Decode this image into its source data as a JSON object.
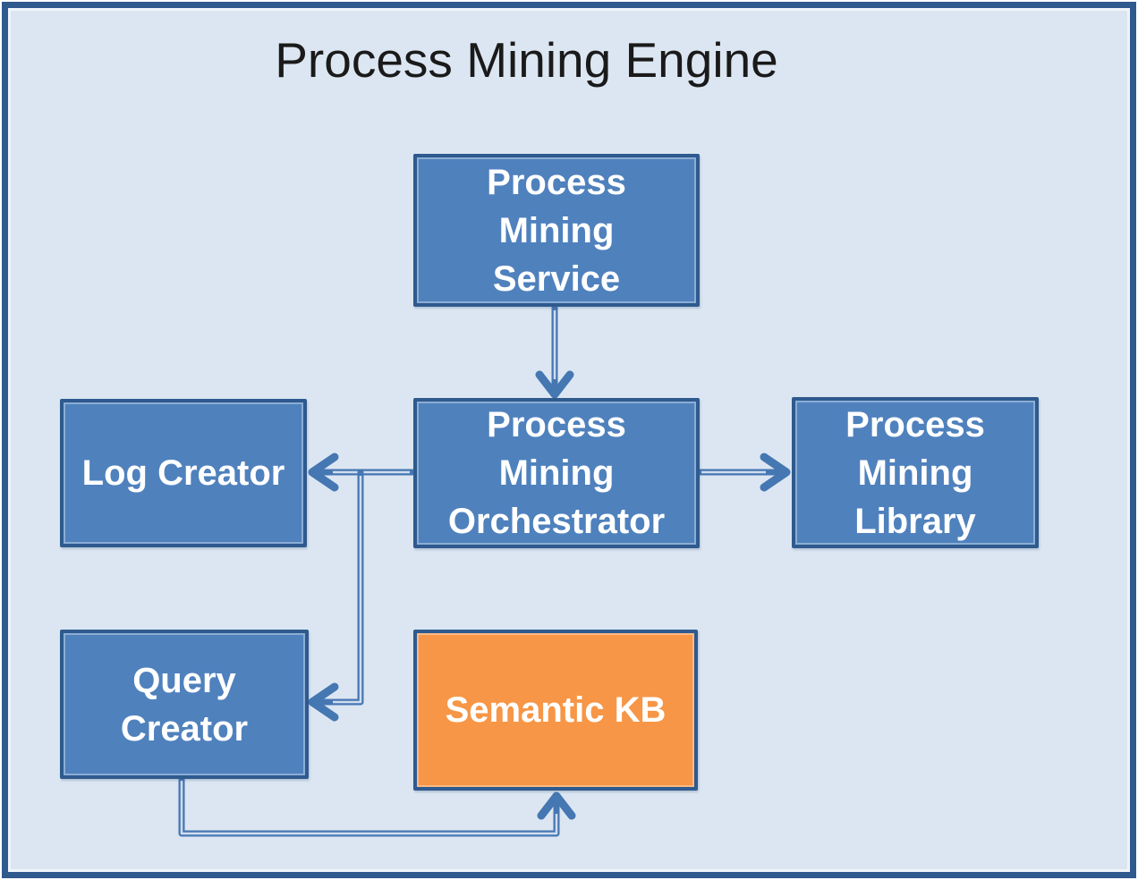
{
  "diagram": {
    "title": "Process Mining Engine",
    "nodes": [
      {
        "id": "process-mining-service",
        "label": "Process Mining Service",
        "fill": "blue"
      },
      {
        "id": "process-mining-orchestrator",
        "label": "Process Mining Orchestrator",
        "fill": "blue"
      },
      {
        "id": "log-creator",
        "label": "Log Creator",
        "fill": "blue"
      },
      {
        "id": "process-mining-library",
        "label": "Process Mining Library",
        "fill": "blue"
      },
      {
        "id": "query-creator",
        "label": "Query Creator",
        "fill": "blue"
      },
      {
        "id": "semantic-kb",
        "label": "Semantic KB",
        "fill": "orange"
      }
    ],
    "edges": [
      {
        "from": "process-mining-service",
        "to": "process-mining-orchestrator",
        "arrow": "down"
      },
      {
        "from": "process-mining-orchestrator",
        "to": "log-creator",
        "arrow": "left"
      },
      {
        "from": "process-mining-orchestrator",
        "to": "process-mining-library",
        "arrow": "right"
      },
      {
        "from": "process-mining-orchestrator",
        "to": "query-creator",
        "arrow": "down-then-left"
      },
      {
        "from": "query-creator",
        "to": "semantic-kb",
        "arrow": "down-right-then-up"
      }
    ],
    "colors": {
      "background": "#dce6f2",
      "frame_border": "#2e5a8e",
      "node_fill_blue": "#4f81bd",
      "node_fill_orange": "#f79646",
      "node_border": "#2e5a8e",
      "node_text": "#ffffff",
      "title_text": "#1a1a1a",
      "connector": "#4577b2",
      "connector_core": "#cfdcee"
    }
  }
}
